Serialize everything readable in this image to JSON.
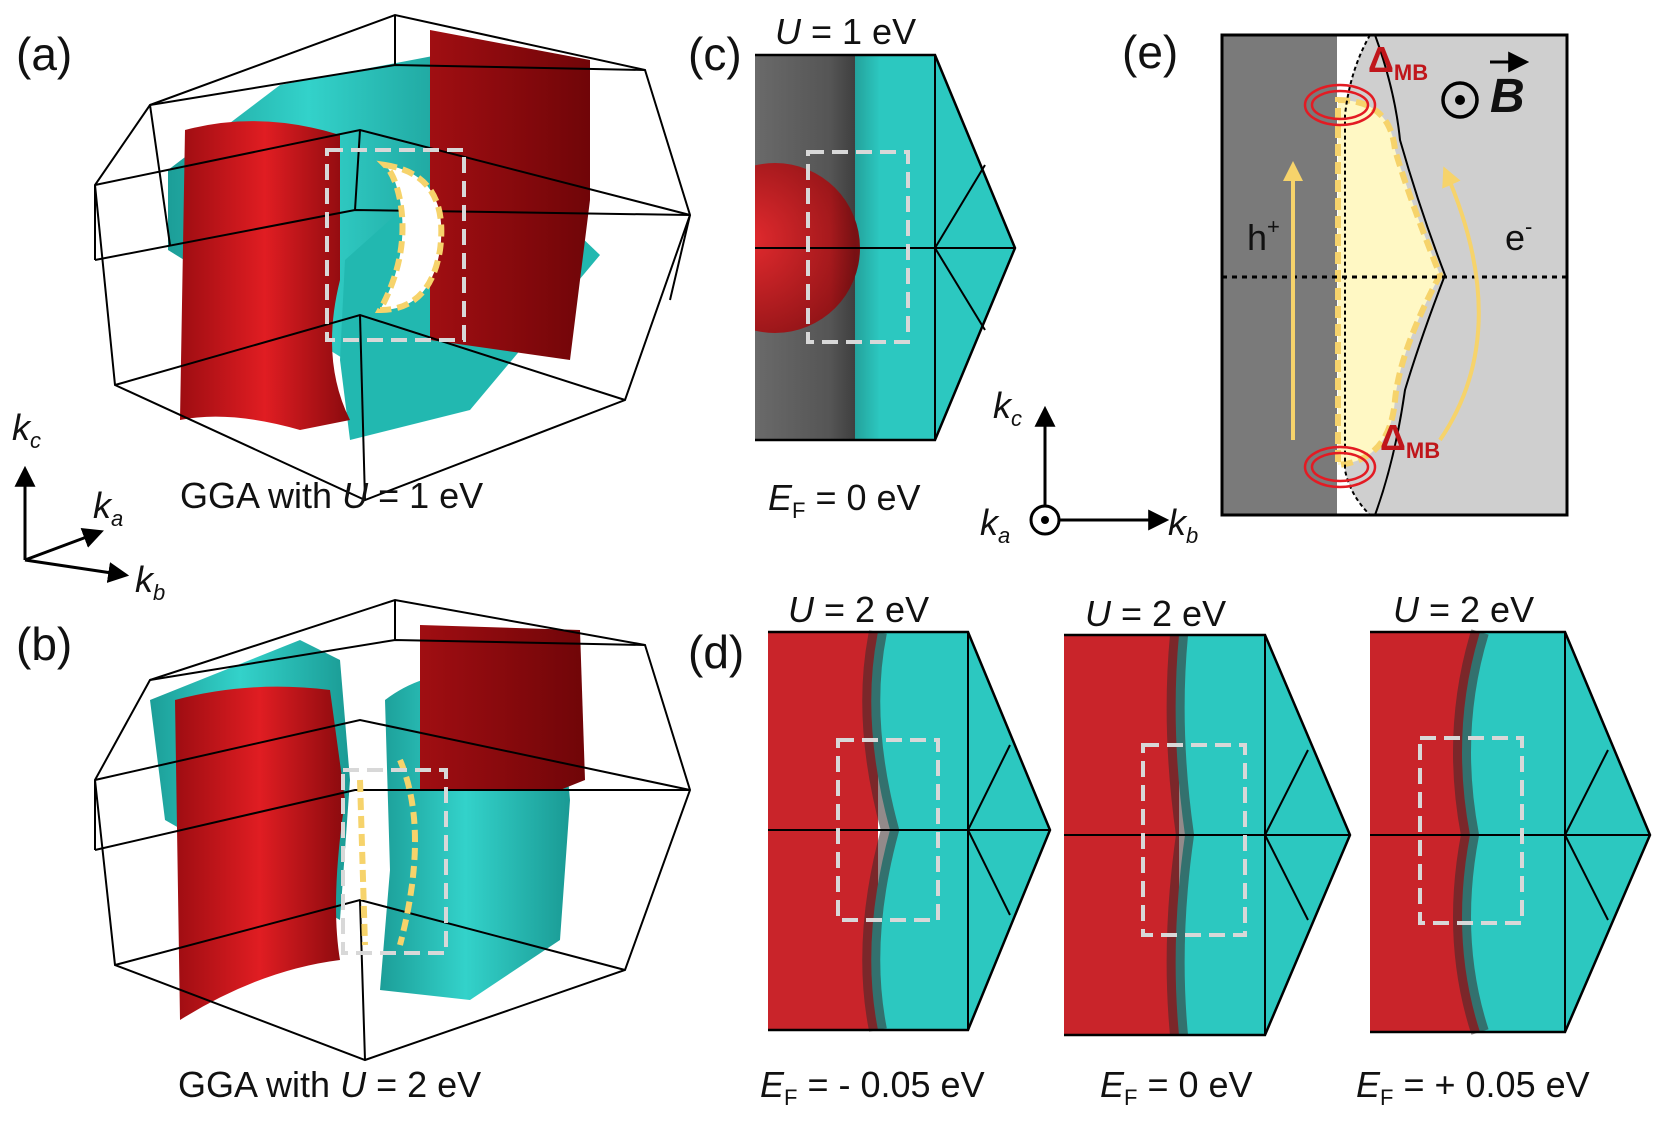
{
  "colors": {
    "red_surface": "#b5161c",
    "cyan_surface": "#2cc8c0",
    "dark_gray": "#7a7a7a",
    "light_gray": "#cfcfcf",
    "orbit_fill": "#fff8c4",
    "orbit_line": "#f6d36b",
    "mb_red": "#c0161b",
    "dashed_box": "#d8d8d8"
  },
  "panels": {
    "a": {
      "letter": "(a)",
      "caption_prefix": "GGA  with ",
      "U_symbol": "U",
      "caption_suffix": " = 1 eV"
    },
    "b": {
      "letter": "(b)",
      "caption_prefix": "GGA with ",
      "U_symbol": "U",
      "caption_suffix": " = 2 eV"
    },
    "c": {
      "letter": "(c)",
      "top_symbol": "U",
      "top_suffix": " = 1 eV",
      "bottom_symbol": "E",
      "bottom_sub": "F",
      "bottom_suffix": " = 0 eV"
    },
    "d": {
      "letter": "(d)",
      "sub_panels": [
        {
          "top_symbol": "U",
          "top_suffix": " = 2 eV",
          "bottom_symbol": "E",
          "bottom_sub": "F",
          "bottom_suffix": " = - 0.05 eV"
        },
        {
          "top_symbol": "U",
          "top_suffix": " = 2 eV",
          "bottom_symbol": "E",
          "bottom_sub": "F",
          "bottom_suffix": " = 0 eV"
        },
        {
          "top_symbol": "U",
          "top_suffix": " = 2 eV",
          "bottom_symbol": "E",
          "bottom_sub": "F",
          "bottom_suffix": " = + 0.05 eV"
        }
      ]
    },
    "e": {
      "letter": "(e)",
      "hole_base": "h",
      "hole_sup": "+",
      "electron_base": "e",
      "electron_sup": "-",
      "mb_symbol": "Δ",
      "mb_sub": "MB",
      "field_symbol": "B"
    }
  },
  "axes_3d": {
    "kc_base": "k",
    "kc_sub": "c",
    "ka_base": "k",
    "ka_sub": "a",
    "kb_base": "k",
    "kb_sub": "b"
  },
  "axes_2d": {
    "kc_base": "k",
    "kc_sub": "c",
    "ka_base": "k",
    "ka_sub": "a",
    "kb_base": "k",
    "kb_sub": "b"
  }
}
